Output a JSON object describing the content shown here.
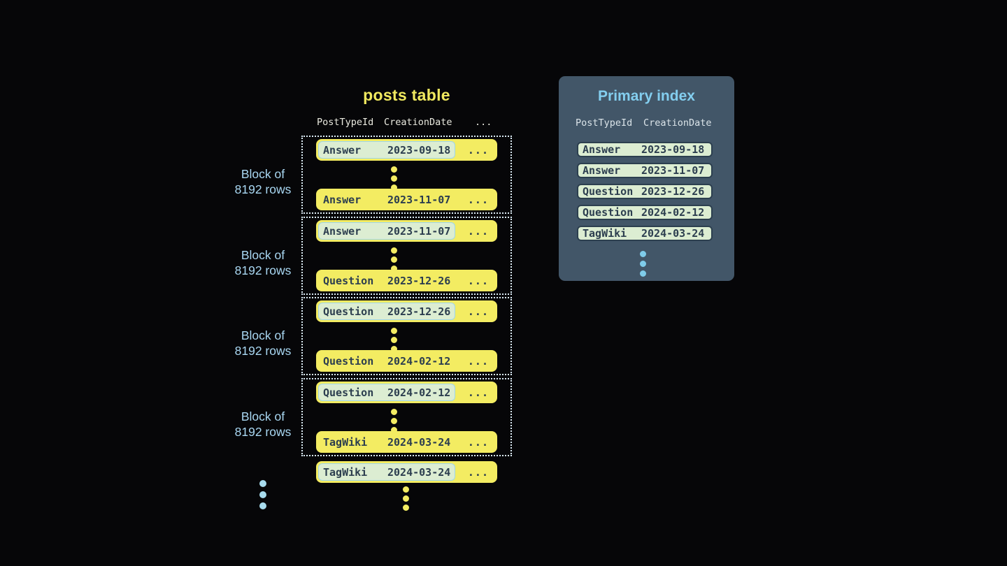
{
  "posts_table": {
    "title": "posts table",
    "headers": {
      "col1": "PostTypeId",
      "col2": "CreationDate",
      "more": "..."
    },
    "blocks": [
      {
        "label": {
          "line1": "Block of",
          "line2": "8192 rows"
        },
        "first_row": {
          "type": "Answer",
          "date": "2023-09-18",
          "more": "...",
          "highlighted": true
        },
        "last_row": {
          "type": "Answer",
          "date": "2023-11-07",
          "more": "...",
          "highlighted": false
        }
      },
      {
        "label": {
          "line1": "Block of",
          "line2": "8192 rows"
        },
        "first_row": {
          "type": "Answer",
          "date": "2023-11-07",
          "more": "...",
          "highlighted": true
        },
        "last_row": {
          "type": "Question",
          "date": "2023-12-26",
          "more": "...",
          "highlighted": false
        }
      },
      {
        "label": {
          "line1": "Block of",
          "line2": "8192 rows"
        },
        "first_row": {
          "type": "Question",
          "date": "2023-12-26",
          "more": "...",
          "highlighted": true
        },
        "last_row": {
          "type": "Question",
          "date": "2024-02-12",
          "more": "...",
          "highlighted": false
        }
      },
      {
        "label": {
          "line1": "Block of",
          "line2": "8192 rows"
        },
        "first_row": {
          "type": "Question",
          "date": "2024-02-12",
          "more": "...",
          "highlighted": true
        },
        "last_row": {
          "type": "TagWiki",
          "date": "2024-03-24",
          "more": "...",
          "highlighted": false
        }
      }
    ],
    "overflow_row": {
      "type": "TagWiki",
      "date": "2024-03-24",
      "more": "...",
      "highlighted": true
    }
  },
  "primary_index": {
    "title": "Primary index",
    "headers": {
      "col1": "PostTypeId",
      "col2": "CreationDate"
    },
    "rows": [
      {
        "type": "Answer",
        "date": "2023-09-18"
      },
      {
        "type": "Answer",
        "date": "2023-11-07"
      },
      {
        "type": "Question",
        "date": "2023-12-26"
      },
      {
        "type": "Question",
        "date": "2024-02-12"
      },
      {
        "type": "TagWiki",
        "date": "2024-03-24"
      }
    ]
  },
  "colors": {
    "background": "#060608",
    "row_yellow": "#f3ec62",
    "row_text": "#2c3e4f",
    "highlight_bg": "#dcedd2",
    "highlight_border": "#9fd6ea",
    "panel_bg": "#425668",
    "panel_title_blue": "#83ceef",
    "index_row_border": "#2c3f4f",
    "block_label_blue": "#a9d7f2",
    "header_text": "#e9e9df",
    "dotted_border": "#dcecf6",
    "ellipsis_blue": "#a8dcee"
  }
}
